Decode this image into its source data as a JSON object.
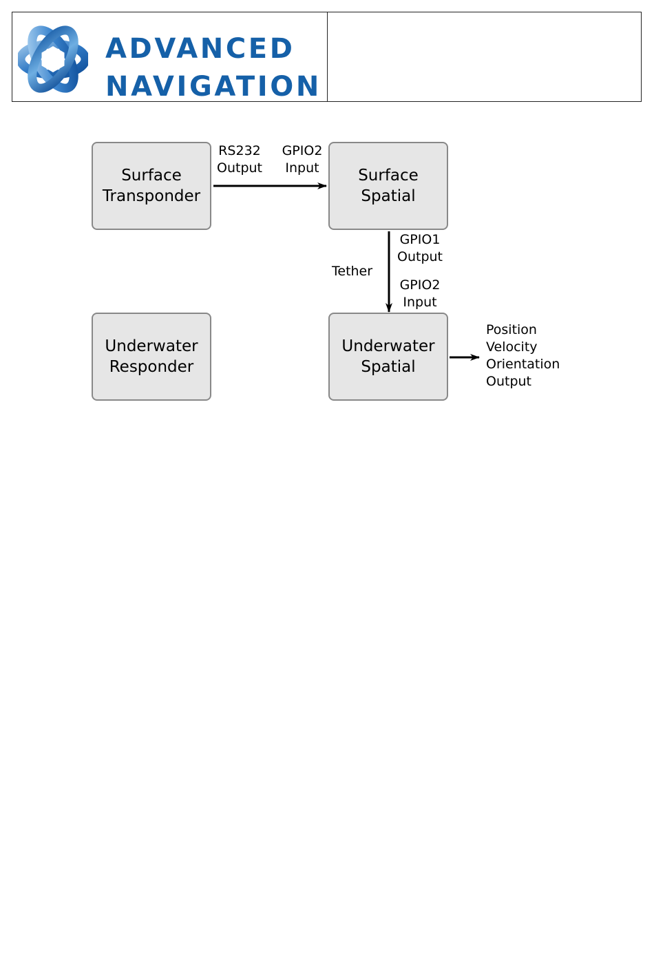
{
  "header": {
    "brand_line1": "ADVANCED",
    "brand_line2": "NAVIGATION",
    "brand_color": "#1560a8",
    "logo_icon": "advanced-navigation-logo-icon"
  },
  "diagram": {
    "nodes": {
      "surface_transponder": {
        "line1": "Surface",
        "line2": "Transponder"
      },
      "surface_spatial": {
        "line1": "Surface",
        "line2": "Spatial"
      },
      "underwater_responder": {
        "line1": "Underwater",
        "line2": "Responder"
      },
      "underwater_spatial": {
        "line1": "Underwater",
        "line2": "Spatial"
      }
    },
    "labels": {
      "rs232_output": {
        "line1": "RS232",
        "line2": "Output"
      },
      "gpio2_input_top": {
        "line1": "GPIO2",
        "line2": "Input"
      },
      "gpio1_output": {
        "line1": "GPIO1",
        "line2": "Output"
      },
      "tether": "Tether",
      "gpio2_input_bottom": {
        "line1": "GPIO2",
        "line2": "Input"
      },
      "outputs": [
        "Position",
        "Velocity",
        "Orientation",
        "Output"
      ]
    },
    "colors": {
      "box_fill": "#e6e6e6",
      "box_border": "#888888",
      "arrow": "#000000"
    }
  }
}
